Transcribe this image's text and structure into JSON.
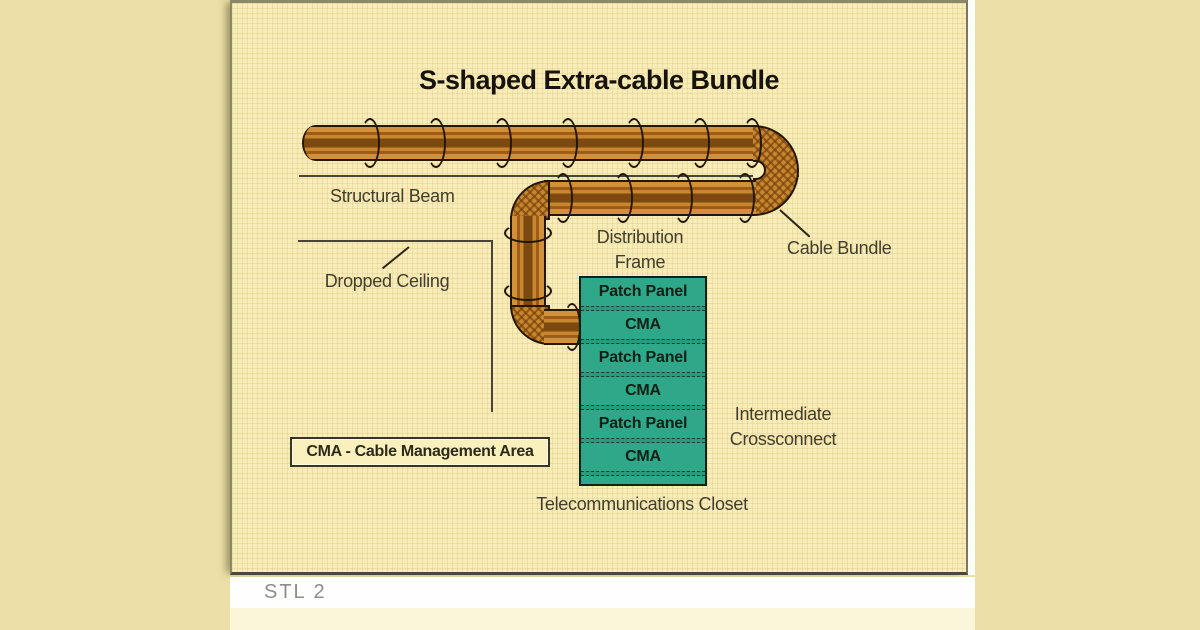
{
  "figure": {
    "title": "S-shaped Extra-cable Bundle",
    "id_label": "STL 2"
  },
  "labels": {
    "structural_beam": "Structural Beam",
    "distribution_frame": [
      "Distribution",
      "Frame"
    ],
    "cable_bundle": "Cable Bundle",
    "dropped_ceiling": "Dropped Ceiling",
    "intermediate_crossconnect": [
      "Intermediate",
      "Crossconnect"
    ],
    "telecommunications_closet": "Telecommunications Closet",
    "legend": "CMA - Cable Management Area"
  },
  "rack": {
    "rows": [
      "Patch Panel",
      "CMA",
      "Patch Panel",
      "CMA",
      "Patch Panel",
      "CMA"
    ]
  },
  "colors": {
    "page_background": "#ece0a8",
    "panel_background": "#f8edb9",
    "cable_orange": "#c8862e",
    "cable_dark_stripe": "#7c4a10",
    "rack_teal": "#2fa88a",
    "caption_gray": "#8e8e88"
  }
}
